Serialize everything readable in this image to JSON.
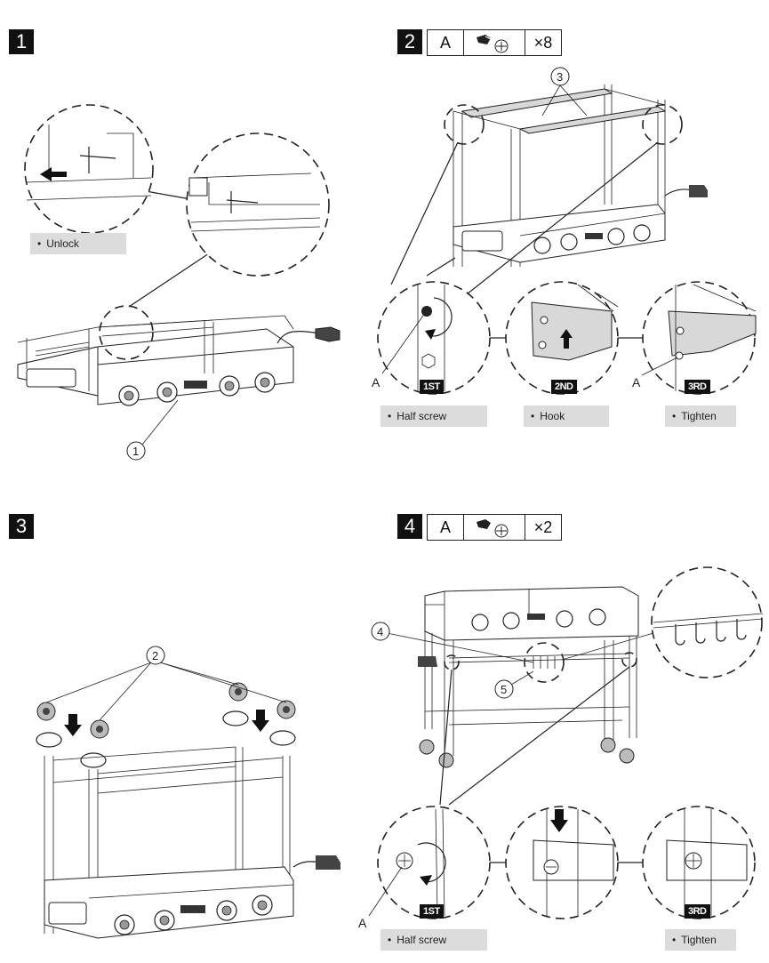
{
  "steps": [
    {
      "number": "1",
      "labels": [
        "Unlock"
      ],
      "callouts": [
        "1"
      ]
    },
    {
      "number": "2",
      "part": {
        "letter": "A",
        "qty": "×8"
      },
      "callouts": [
        "3"
      ],
      "details": [
        {
          "tag": "1ST",
          "label": "Half screw",
          "letter": "A"
        },
        {
          "tag": "2ND",
          "label": "Hook"
        },
        {
          "tag": "3RD",
          "label": "Tighten",
          "letter": "A"
        }
      ]
    },
    {
      "number": "3",
      "callouts": [
        "2"
      ]
    },
    {
      "number": "4",
      "part": {
        "letter": "A",
        "qty": "×2"
      },
      "callouts": [
        "4",
        "5"
      ],
      "details": [
        {
          "tag": "1ST",
          "label": "Half screw",
          "letter": "A"
        },
        {
          "tag": "3RD",
          "label": "Tighten"
        }
      ]
    }
  ],
  "icons": [
    "screw-icon",
    "arrow-icon",
    "rotate-arrow-icon",
    "caster-wheel-icon",
    "hook-icon"
  ]
}
